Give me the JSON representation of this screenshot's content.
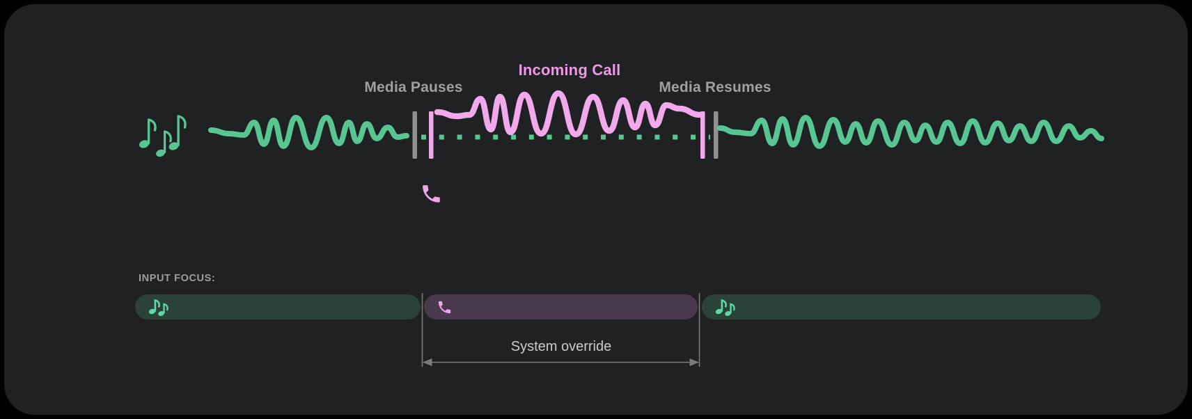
{
  "colors": {
    "outer_bg": "#000000",
    "card_bg": "#202123",
    "media_green": "#57c692",
    "note_teal": "#5cd9a7",
    "call_pink": "#f2a9ec",
    "call_pink_text": "#ee98e6",
    "phone_pink": "#f0a5e8",
    "label_gray": "#9da1a4",
    "bar_gray": "#919191",
    "focus_green_bg": "#2a4237",
    "focus_purple_bg": "#483a4c",
    "guide_gray": "#7b7b7b",
    "override_text": "#c9cbcc",
    "input_focus_label": "#9b9ea1"
  },
  "diagram": {
    "media_pauses_label": "Media Pauses",
    "incoming_call_label": "Incoming Call",
    "media_resumes_label": "Media Resumes"
  },
  "input_focus": {
    "heading": "INPUT FOCUS:",
    "override_label": "System override",
    "segments": [
      {
        "id": "media-before",
        "icon": "music-notes"
      },
      {
        "id": "call",
        "icon": "phone"
      },
      {
        "id": "media-after",
        "icon": "music-notes"
      }
    ]
  }
}
